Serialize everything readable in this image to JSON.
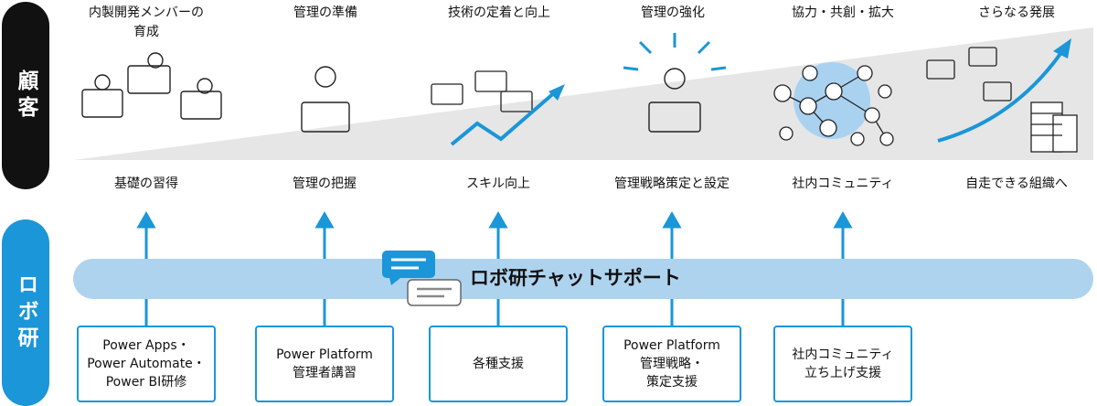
{
  "side_labels": {
    "customer": "顧客",
    "robo": "ロボ研"
  },
  "stages": [
    {
      "title_lines": [
        "内製開発メンバーの",
        "育成"
      ],
      "outcome": "基礎の習得"
    },
    {
      "title_lines": [
        "管理の準備"
      ],
      "outcome": "管理の把握"
    },
    {
      "title_lines": [
        "技術の定着と向上"
      ],
      "outcome": "スキル向上"
    },
    {
      "title_lines": [
        "管理の強化"
      ],
      "outcome": "管理戦略策定と設定"
    },
    {
      "title_lines": [
        "協力・共創・拡大"
      ],
      "outcome": "社内コミュニティ"
    },
    {
      "title_lines": [
        "さらなる発展"
      ],
      "outcome": "自走できる組織へ"
    }
  ],
  "chat_support": "ロボ研チャットサポート",
  "services": [
    {
      "lines": [
        "Power Apps・",
        "Power Automate・",
        "Power BI研修"
      ]
    },
    {
      "lines": [
        "Power Platform",
        "管理者講習"
      ]
    },
    {
      "lines": [
        "各種支援"
      ]
    },
    {
      "lines": [
        "Power Platform",
        "管理戦略・",
        "策定支援"
      ]
    },
    {
      "lines": [
        "社内コミュニティ",
        "立ち上げ支援"
      ]
    }
  ],
  "colors": {
    "accent": "#1a96d9",
    "band": "#aed3ef",
    "dark": "#111111",
    "wedge": "#e6e6e6"
  }
}
